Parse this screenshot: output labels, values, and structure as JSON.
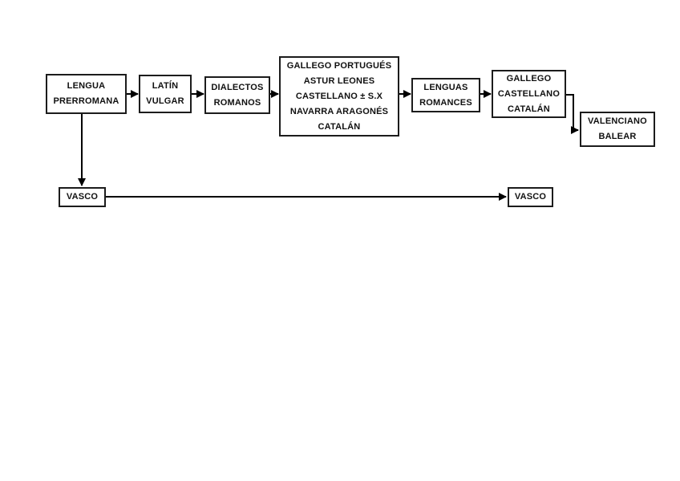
{
  "diagram": {
    "background_color": "#ffffff",
    "box_border_color": "#1c1c1c",
    "arrow_color": "#000000",
    "text_color": "#111111",
    "nodes": [
      {
        "id": "lengua-prerromana",
        "lines": [
          "LENGUA",
          "PRERROMANA"
        ]
      },
      {
        "id": "latin-vulgar",
        "lines": [
          "LATÍN",
          "VULGAR"
        ]
      },
      {
        "id": "dialectos-romanos",
        "lines": [
          "DIALECTOS",
          "ROMANOS"
        ]
      },
      {
        "id": "dialectos-peninsulares",
        "lines": [
          "GALLEGO PORTUGUÉS",
          "ASTUR LEONES",
          "CASTELLANO ± S.X",
          "NAVARRA ARAGONÉS",
          "CATALÁN"
        ]
      },
      {
        "id": "lenguas-romances",
        "lines": [
          "LENGUAS",
          "ROMANCES"
        ]
      },
      {
        "id": "gallego-castellano-catalan",
        "lines": [
          "GALLEGO",
          "CASTELLANO",
          "CATALÁN"
        ]
      },
      {
        "id": "valenciano-balear",
        "lines": [
          "VALENCIANO",
          "BALEAR"
        ]
      },
      {
        "id": "vasco-left",
        "lines": [
          "VASCO"
        ]
      },
      {
        "id": "vasco-right",
        "lines": [
          "VASCO"
        ]
      }
    ],
    "edges": [
      {
        "from": "lengua-prerromana",
        "to": "latin-vulgar"
      },
      {
        "from": "latin-vulgar",
        "to": "dialectos-romanos"
      },
      {
        "from": "dialectos-romanos",
        "to": "dialectos-peninsulares"
      },
      {
        "from": "dialectos-peninsulares",
        "to": "lenguas-romances"
      },
      {
        "from": "lenguas-romances",
        "to": "gallego-castellano-catalan"
      },
      {
        "from": "gallego-castellano-catalan",
        "to": "valenciano-balear"
      },
      {
        "from": "lengua-prerromana",
        "to": "vasco-left"
      },
      {
        "from": "vasco-left",
        "to": "vasco-right"
      }
    ]
  }
}
